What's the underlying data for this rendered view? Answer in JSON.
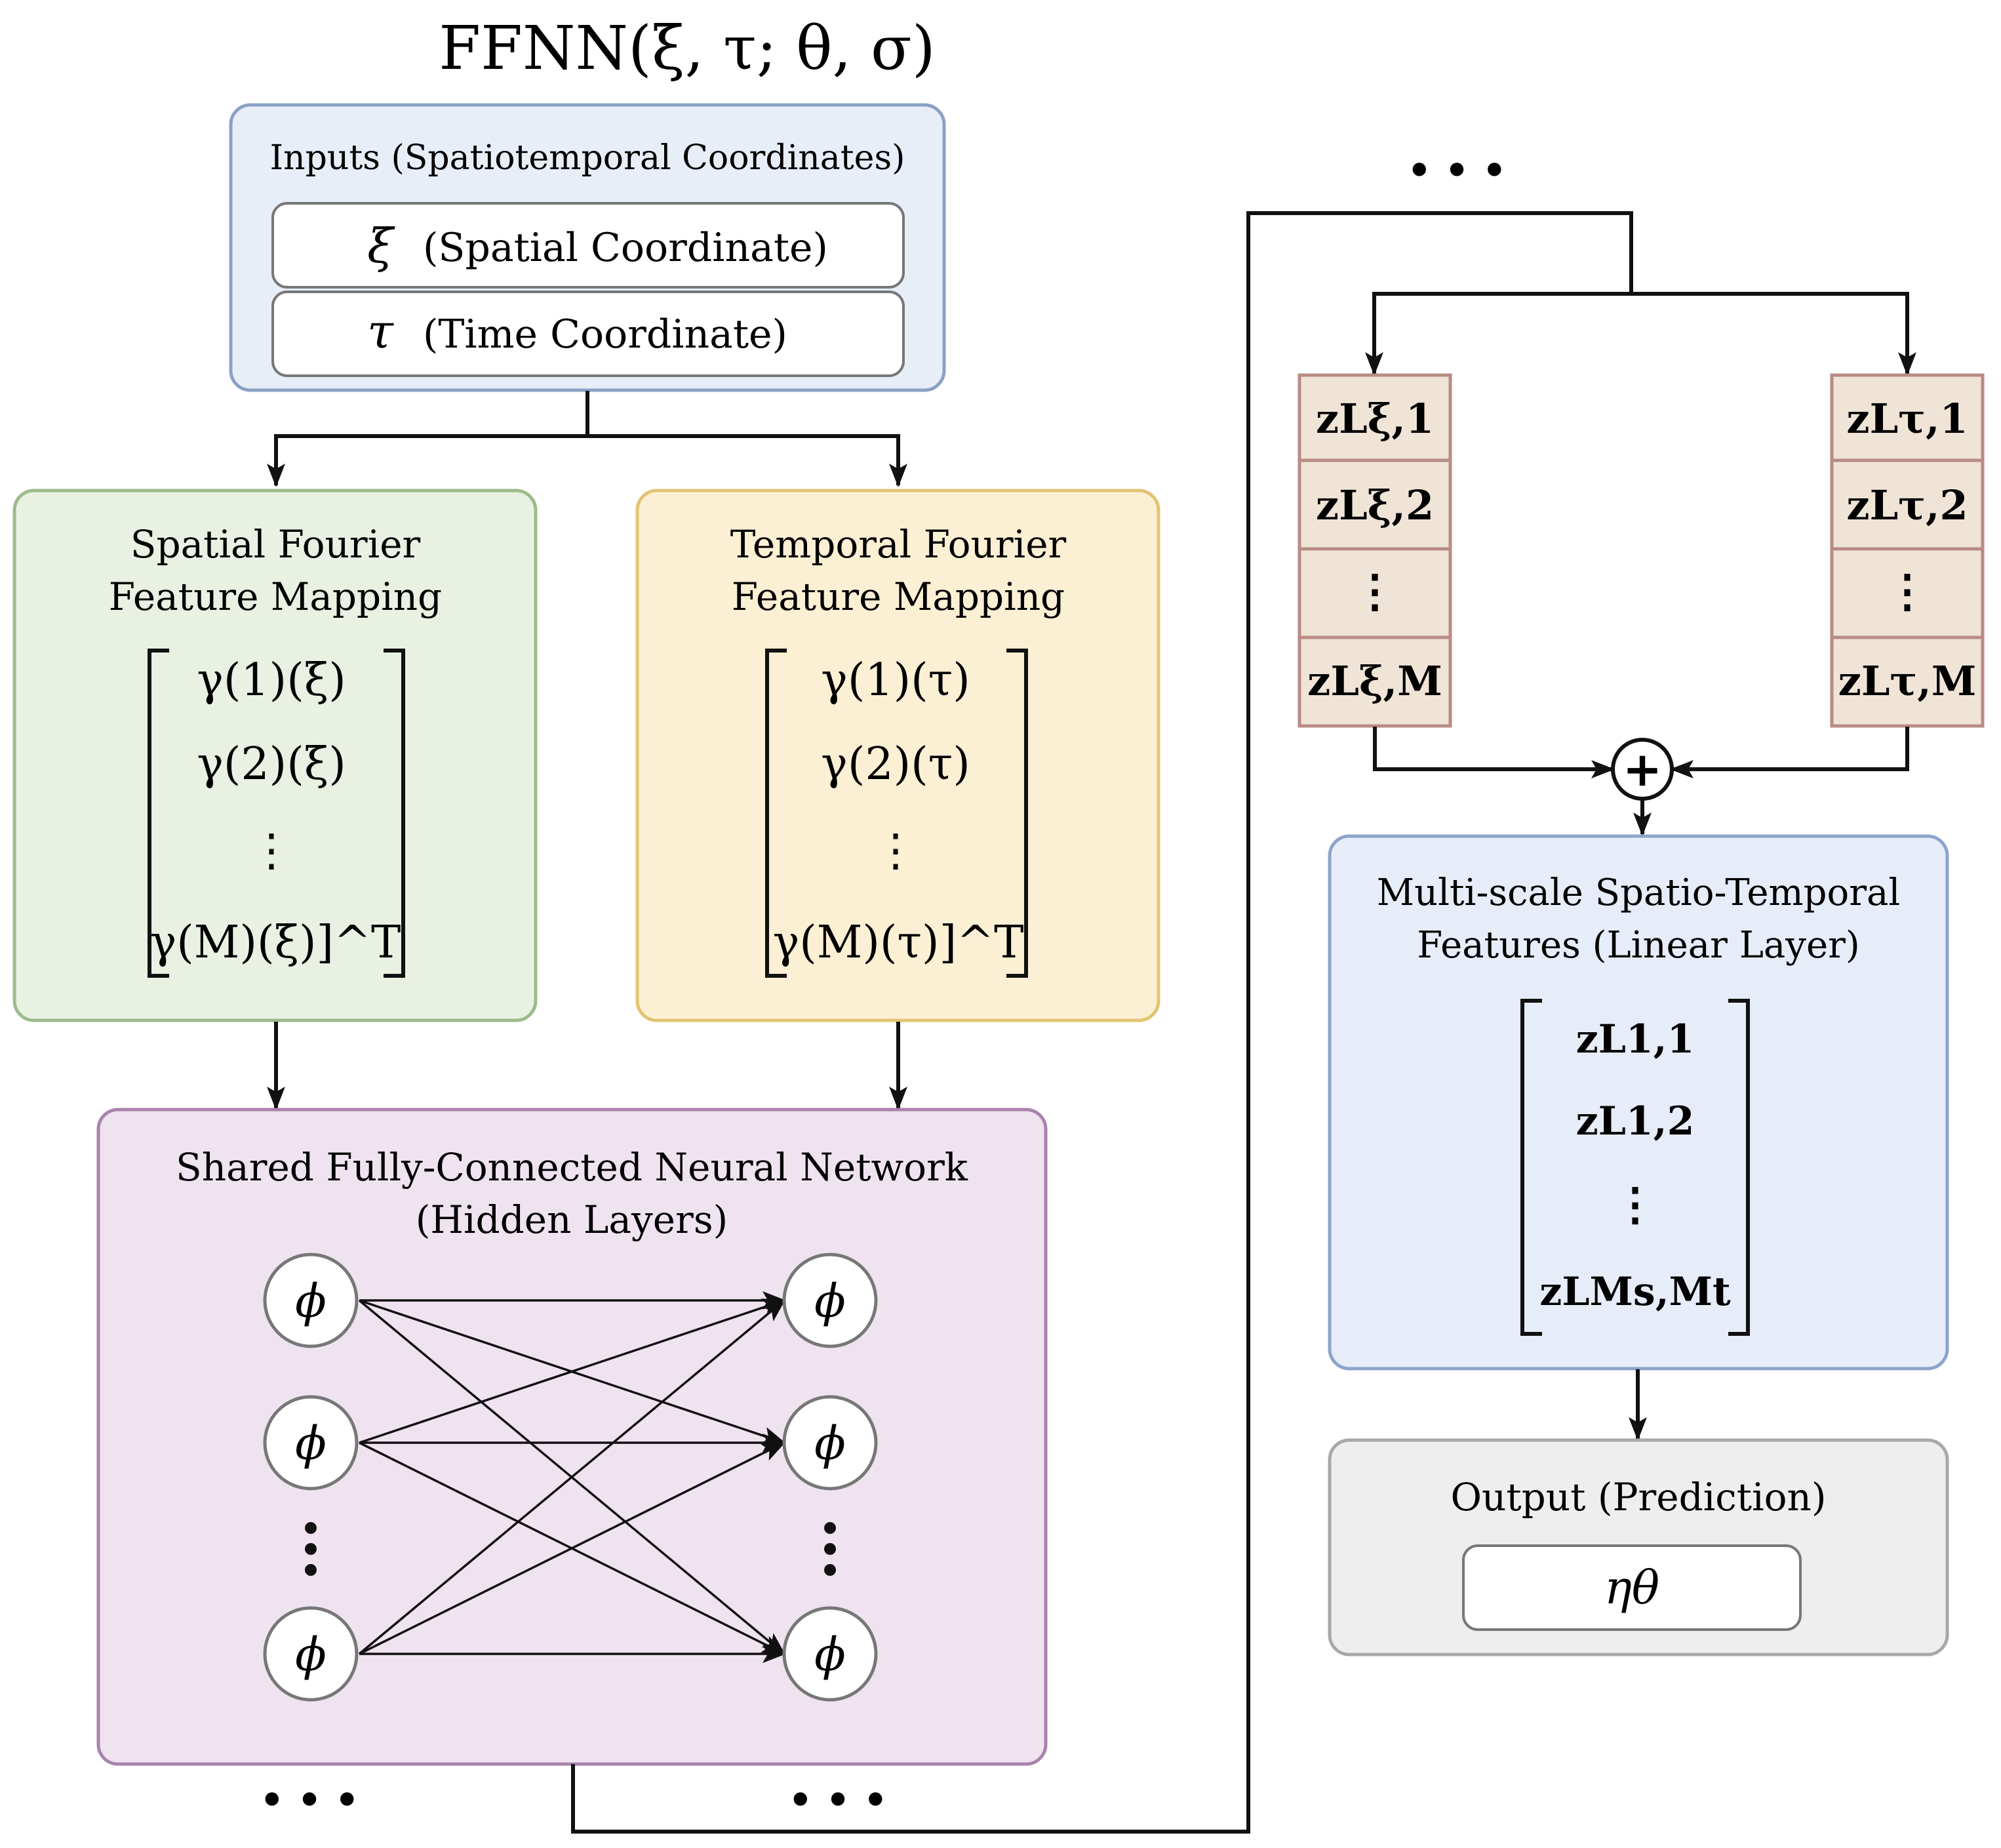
{
  "title": "FFNN(ξ, τ; θ, σ)",
  "inputs": {
    "title_main": "Inputs (Spatiotemporal Coordinates)",
    "spatial_symbol": "ξ",
    "spatial_label": "(Spatial Coordinate)",
    "time_symbol": "τ",
    "time_label": "(Time Coordinate)"
  },
  "spatial_mapping": {
    "title_line1": "Spatial Fourier",
    "title_line2": "Feature Mapping",
    "rows": [
      "γ(1)(ξ)",
      "γ(2)(ξ)",
      "⋮",
      "γ(M)(ξ)]^T"
    ]
  },
  "temporal_mapping": {
    "title_line1": "Temporal Fourier",
    "title_line2": "Feature Mapping",
    "rows": [
      "γ(1)(τ)",
      "γ(2)(τ)",
      "⋮",
      "γ(M)(τ)]^T"
    ]
  },
  "network": {
    "title_line1": "Shared Fully-Connected Neural Network",
    "title_line2": "(Hidden Layers)",
    "node_symbol": "ϕ"
  },
  "spatial_stack": [
    "zLξ,1",
    "zLξ,2",
    "⋮",
    "zLξ,M"
  ],
  "temporal_stack": [
    "zLτ,1",
    "zLτ,2",
    "⋮",
    "zLτ,M"
  ],
  "sum_symbol": "+",
  "multiscale": {
    "title_line1": "Multi-scale Spatio-Temporal",
    "title_line2": "Features (Linear Layer)",
    "rows": [
      "zL1,1",
      "zL1,2",
      "⋮",
      "zLMs,Mt"
    ]
  },
  "output": {
    "title": "Output (Prediction)",
    "value": "ηθ"
  },
  "ellipsis": "• • •",
  "colors": {
    "inputs_fill": "#e7eef8",
    "inputs_stroke": "#8aa1c4",
    "spatial_fill": "#e8f1e2",
    "spatial_stroke": "#9dbb8b",
    "temporal_fill": "#fcf0d4",
    "temporal_stroke": "#e3c473",
    "network_fill": "#f0e3f0",
    "network_stroke": "#a883ad",
    "stack_fill": "#efe4d6",
    "stack_stroke": "#b98b85",
    "multiscale_fill": "#e6edf8",
    "multiscale_stroke": "#8ca4cc",
    "output_fill": "#eeeeee",
    "output_stroke": "#a8a8a8"
  }
}
